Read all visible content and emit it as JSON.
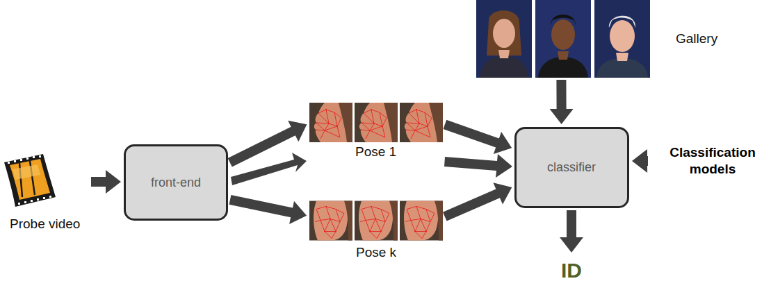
{
  "diagram": {
    "nodes": [
      {
        "text": [
          "Probe video"
        ]
      },
      {
        "text": [
          "front-end"
        ]
      },
      {
        "text": [
          "Pose 1"
        ]
      },
      {
        "text": [
          "Pose k"
        ]
      },
      {
        "text": [
          "Gallery"
        ]
      },
      {
        "text": [
          "classifier"
        ]
      },
      {
        "text": [
          "Classification models"
        ]
      },
      {
        "text": [
          "ID"
        ]
      }
    ],
    "edges": [
      {
        "from": 0,
        "to": 1,
        "arrow": "to"
      },
      {
        "from": 1,
        "to": 2,
        "arrow": "to"
      },
      {
        "from": 1,
        "to": 3,
        "arrow": "to"
      },
      {
        "from": 2,
        "to": 5,
        "arrow": "to"
      },
      {
        "from": 3,
        "to": 5,
        "arrow": "to"
      },
      {
        "from": 4,
        "to": 5,
        "arrow": "to"
      },
      {
        "from": 6,
        "to": 5,
        "arrow": "to"
      },
      {
        "from": 5,
        "to": 7,
        "arrow": "to"
      }
    ]
  }
}
